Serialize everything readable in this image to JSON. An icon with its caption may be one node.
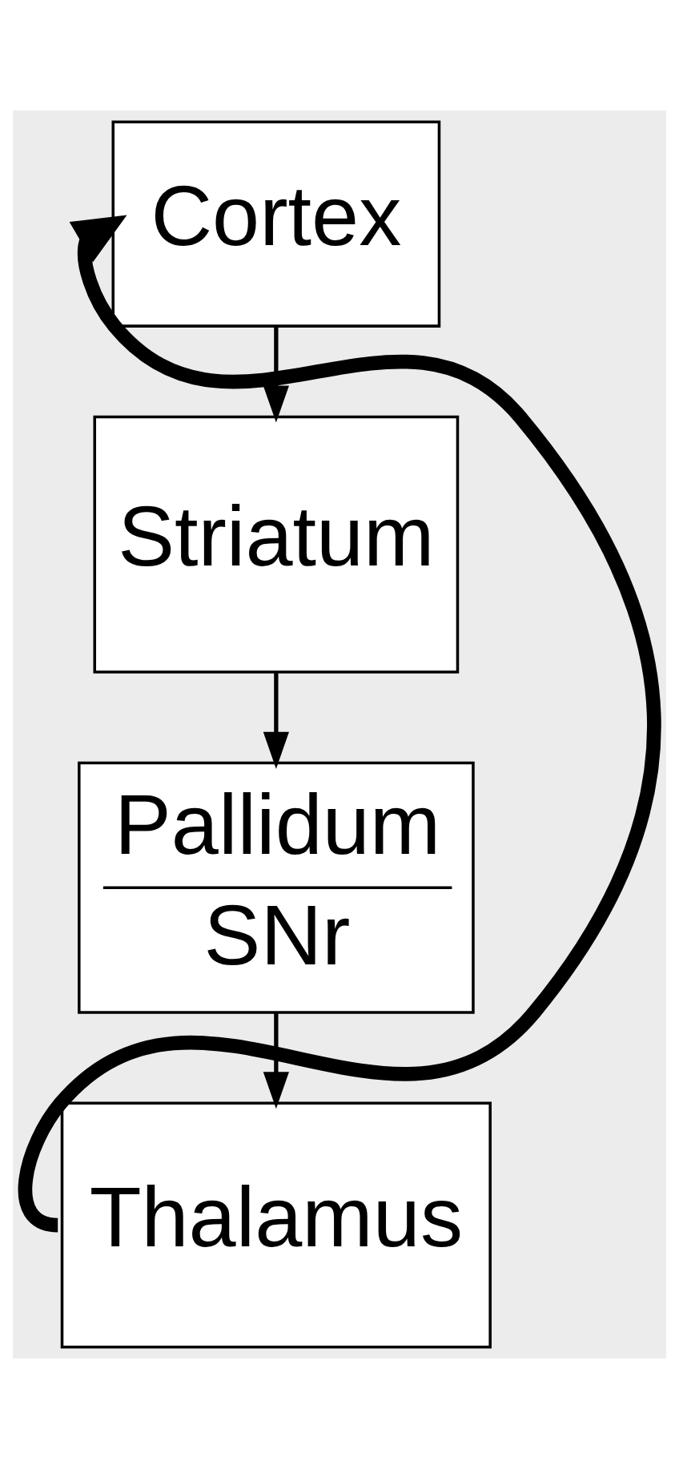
{
  "diagram": {
    "nodes": [
      {
        "text": [
          "Cortex"
        ]
      },
      {
        "text": [
          "Striatum"
        ]
      },
      {
        "text": [
          "Pallidum",
          "SNr"
        ]
      },
      {
        "text": [
          "Thalamus"
        ]
      }
    ],
    "edges": [
      {
        "from": 0,
        "to": 1,
        "arrow": "to"
      },
      {
        "from": 1,
        "to": 2,
        "arrow": "to"
      },
      {
        "from": 2,
        "to": 3,
        "arrow": "to"
      },
      {
        "from": 3,
        "to": 0,
        "arrow": "to",
        "style": "thick"
      }
    ]
  }
}
